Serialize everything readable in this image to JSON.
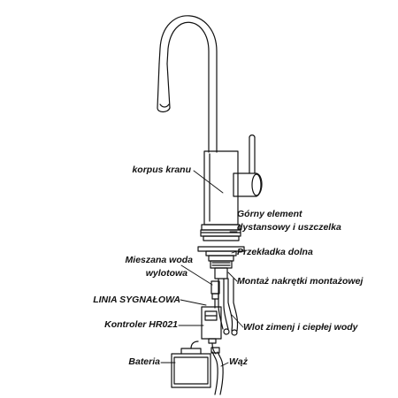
{
  "colors": {
    "ink": "#111111",
    "paper": "#ffffff"
  },
  "labels": {
    "body": "korpus kranu",
    "spacer_line1": "Górny element",
    "spacer_line2": "dystansowy i uszczelka",
    "bottom_gasket": "Przekładka dolna",
    "mixed_water_line1": "Mieszana woda",
    "mixed_water_line2": "wylotowa",
    "nut_mounting": "Montaż nakrętki montażowej",
    "signal_line": "LINIA SYGNAŁOWA",
    "inlet": "Wlot zimenj i ciepłej wody",
    "controller": "Kontroler HR021",
    "battery": "Bateria",
    "hose": "Wąż"
  }
}
